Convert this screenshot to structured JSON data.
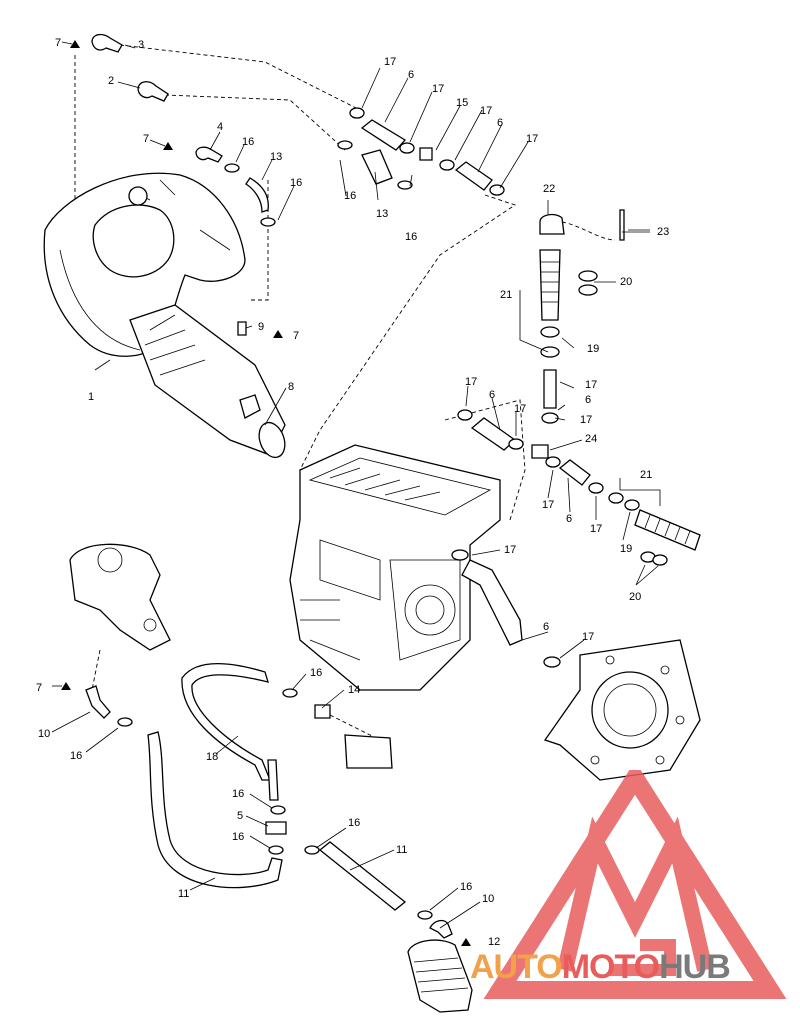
{
  "diagram": {
    "callouts": [
      "1",
      "2",
      "3",
      "4",
      "5",
      "6",
      "7",
      "8",
      "9",
      "10",
      "11",
      "12",
      "13",
      "14",
      "15",
      "16",
      "17",
      "18",
      "19",
      "20",
      "21",
      "22",
      "23",
      "24"
    ]
  },
  "watermark": {
    "part1": "AUTO",
    "part2": "MOTO",
    "part3": "HUB",
    "color_red": "#e85c5c",
    "color_orange": "#f2a14a",
    "color_gray": "#7a7a7a"
  }
}
